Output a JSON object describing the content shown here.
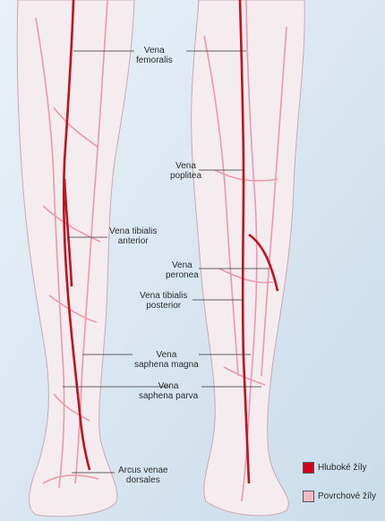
{
  "labels": [
    {
      "id": "femoralis",
      "lines": [
        "Vena",
        "femoralis"
      ]
    },
    {
      "id": "poplitea",
      "lines": [
        "Vena",
        "poplitea"
      ]
    },
    {
      "id": "tibialis-anterior",
      "lines": [
        "Vena tibialis",
        "anterior"
      ]
    },
    {
      "id": "peronea",
      "lines": [
        "Vena",
        "peronea"
      ]
    },
    {
      "id": "tibialis-posterior",
      "lines": [
        "Vena tibialis",
        "posterior"
      ]
    },
    {
      "id": "saphena-magna",
      "lines": [
        "Vena",
        "saphena magna"
      ]
    },
    {
      "id": "saphena-parva",
      "lines": [
        "Vena",
        "saphena parva"
      ]
    },
    {
      "id": "arcus",
      "lines": [
        "Arcus venae",
        "dorsales"
      ]
    }
  ],
  "legend": [
    {
      "label": "Hluboké žíly",
      "color": "#d0021b"
    },
    {
      "label": "Povrchové žíly",
      "color": "#f2b8c6"
    }
  ],
  "colors": {
    "background": "#dbe8f1",
    "skin": "#f4e9ed",
    "deep_vein": "#c1121f",
    "superficial_vein": "#e89aa8"
  }
}
